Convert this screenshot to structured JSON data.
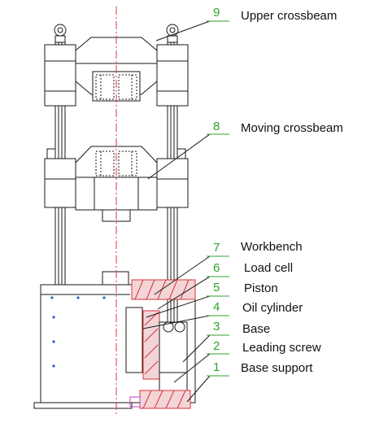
{
  "diagram": {
    "callouts": [
      {
        "number": "9",
        "label": "Upper crossbeam"
      },
      {
        "number": "8",
        "label": "Moving crossbeam"
      },
      {
        "number": "7",
        "label": "Workbench"
      },
      {
        "number": "6",
        "label": "Load cell"
      },
      {
        "number": "5",
        "label": "Piston"
      },
      {
        "number": "4",
        "label": "Oil cylinder"
      },
      {
        "number": "3",
        "label": "Base"
      },
      {
        "number": "2",
        "label": "Leading screw"
      },
      {
        "number": "1",
        "label": "Base support"
      }
    ]
  },
  "colors": {
    "outline": "#1a1a1a",
    "callout_green": "#2fa02f",
    "centerline_red": "#e0353f",
    "hatch_red": "#d9323c",
    "magenta": "#c43cc4",
    "blue_dot": "#2a5fd0"
  }
}
